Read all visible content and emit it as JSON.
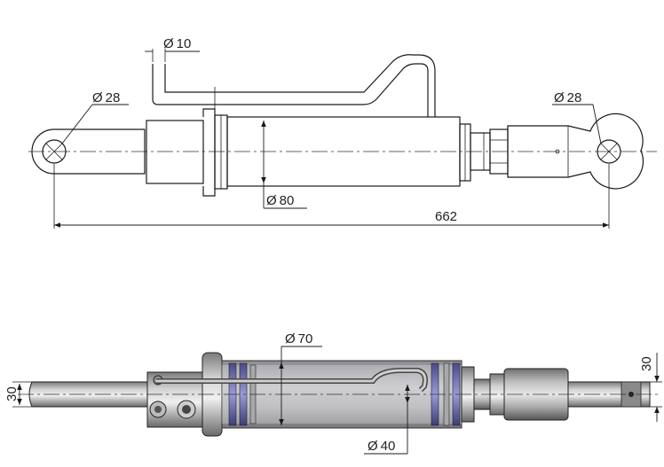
{
  "drawing": {
    "top_view": {
      "pin_left_dim": "28",
      "pin_right_dim": "28",
      "pipe_dim": "10",
      "barrel_dim": "80",
      "overall_length": "662"
    },
    "bottom_view": {
      "bore_dim": "70",
      "rod_dim": "40",
      "eye_thickness_left": "30",
      "eye_thickness_right": "30"
    },
    "diameter_symbol": "Ø"
  }
}
